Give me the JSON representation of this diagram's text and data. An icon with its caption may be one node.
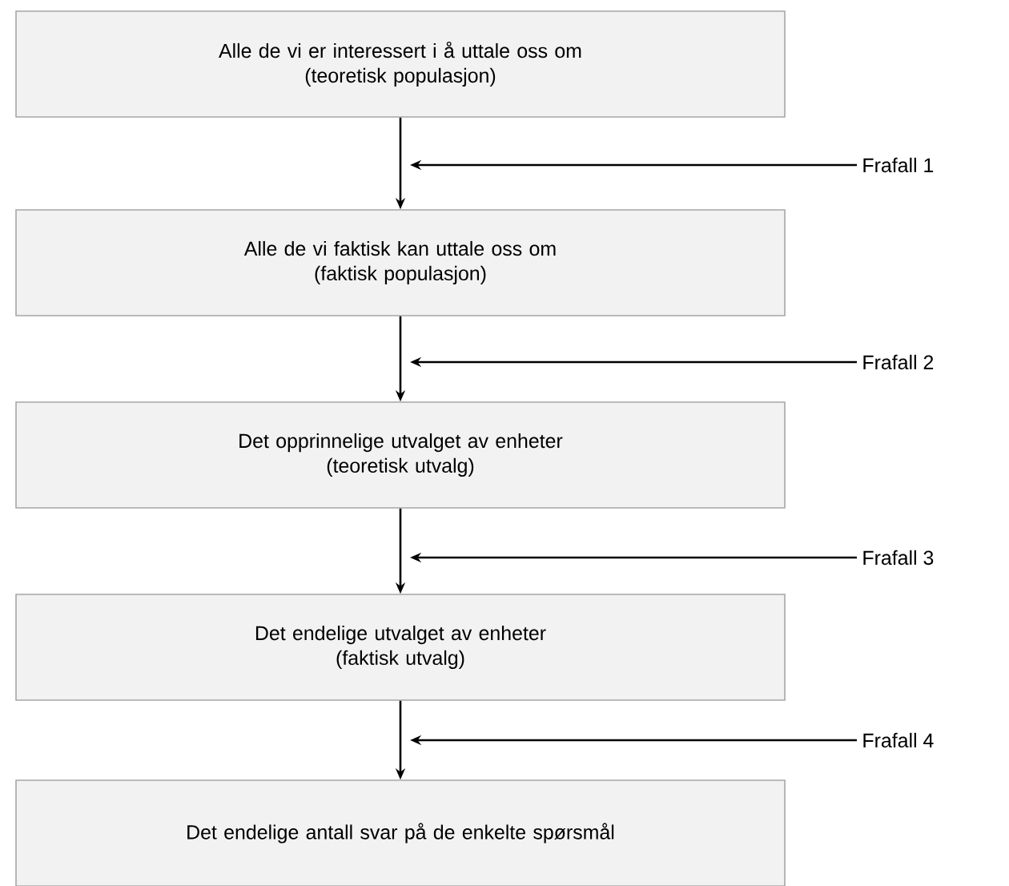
{
  "diagram": {
    "nodes": [
      {
        "text": [
          "Alle de vi er interessert i å uttale oss om",
          "(teoretisk populasjon)"
        ]
      },
      {
        "text": [
          "Frafall 1"
        ]
      },
      {
        "text": [
          "Alle de vi faktisk kan uttale oss om",
          "(faktisk populasjon)"
        ]
      },
      {
        "text": [
          "Frafall 2"
        ]
      },
      {
        "text": [
          "Det opprinnelige utvalget av enheter",
          "(teoretisk utvalg)"
        ]
      },
      {
        "text": [
          "Frafall 3"
        ]
      },
      {
        "text": [
          "Det endelige utvalget av enheter",
          "(faktisk utvalg)"
        ]
      },
      {
        "text": [
          "Frafall 4"
        ]
      },
      {
        "text": [
          "Det endelige antall svar på de enkelte spørsmål"
        ]
      }
    ],
    "edges": [
      {
        "from": 0,
        "to": 2,
        "arrow": "to"
      },
      {
        "from": 1,
        "to": null,
        "arrow": "to"
      },
      {
        "from": 2,
        "to": 4,
        "arrow": "to"
      },
      {
        "from": 3,
        "to": null,
        "arrow": "to"
      },
      {
        "from": 4,
        "to": 6,
        "arrow": "to"
      },
      {
        "from": 5,
        "to": null,
        "arrow": "to"
      },
      {
        "from": 6,
        "to": 8,
        "arrow": "to"
      },
      {
        "from": 7,
        "to": null,
        "arrow": "to"
      }
    ]
  }
}
